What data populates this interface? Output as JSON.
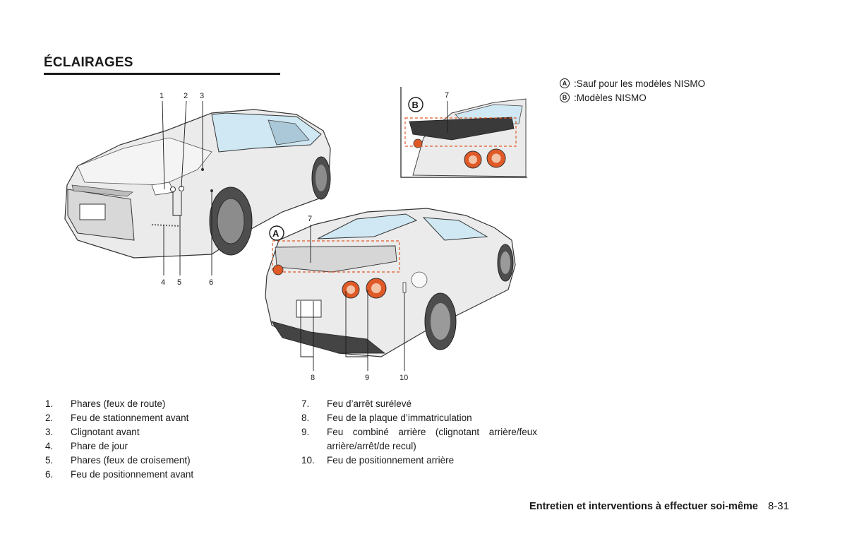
{
  "page": {
    "title": "ÉCLAIRAGES",
    "legend": [
      {
        "badge": "A",
        "text": ":Sauf pour les modèles NISMO"
      },
      {
        "badge": "B",
        "text": ":Modèles NISMO"
      }
    ],
    "figure": {
      "front_callouts": [
        "1",
        "2",
        "3",
        "4",
        "5",
        "6"
      ],
      "rear_callouts": [
        "7",
        "8",
        "9",
        "10"
      ],
      "inset_callouts": [
        "7"
      ],
      "inset_badge": "B",
      "rear_badge": "A"
    },
    "list_left": [
      {
        "num": "1.",
        "text": "Phares (feux de route)"
      },
      {
        "num": "2.",
        "text": "Feu de stationnement avant"
      },
      {
        "num": "3.",
        "text": "Clignotant avant"
      },
      {
        "num": "4.",
        "text": "Phare de jour"
      },
      {
        "num": "5.",
        "text": "Phares (feux de croisement)"
      },
      {
        "num": "6.",
        "text": "Feu de positionnement avant"
      }
    ],
    "list_right": [
      {
        "num": "7.",
        "text": "Feu d’arrêt surélevé"
      },
      {
        "num": "8.",
        "text": "Feu de la plaque d’immatriculation"
      },
      {
        "num": "9.",
        "text": "Feu combiné arrière (clignotant arrière/feux arrière/arrêt/de recul)"
      },
      {
        "num": "10.",
        "text": "Feu de positionnement arrière"
      }
    ],
    "footer": {
      "section": "Entretien et interventions à effectuer soi-même",
      "page_number": "8-31"
    }
  }
}
